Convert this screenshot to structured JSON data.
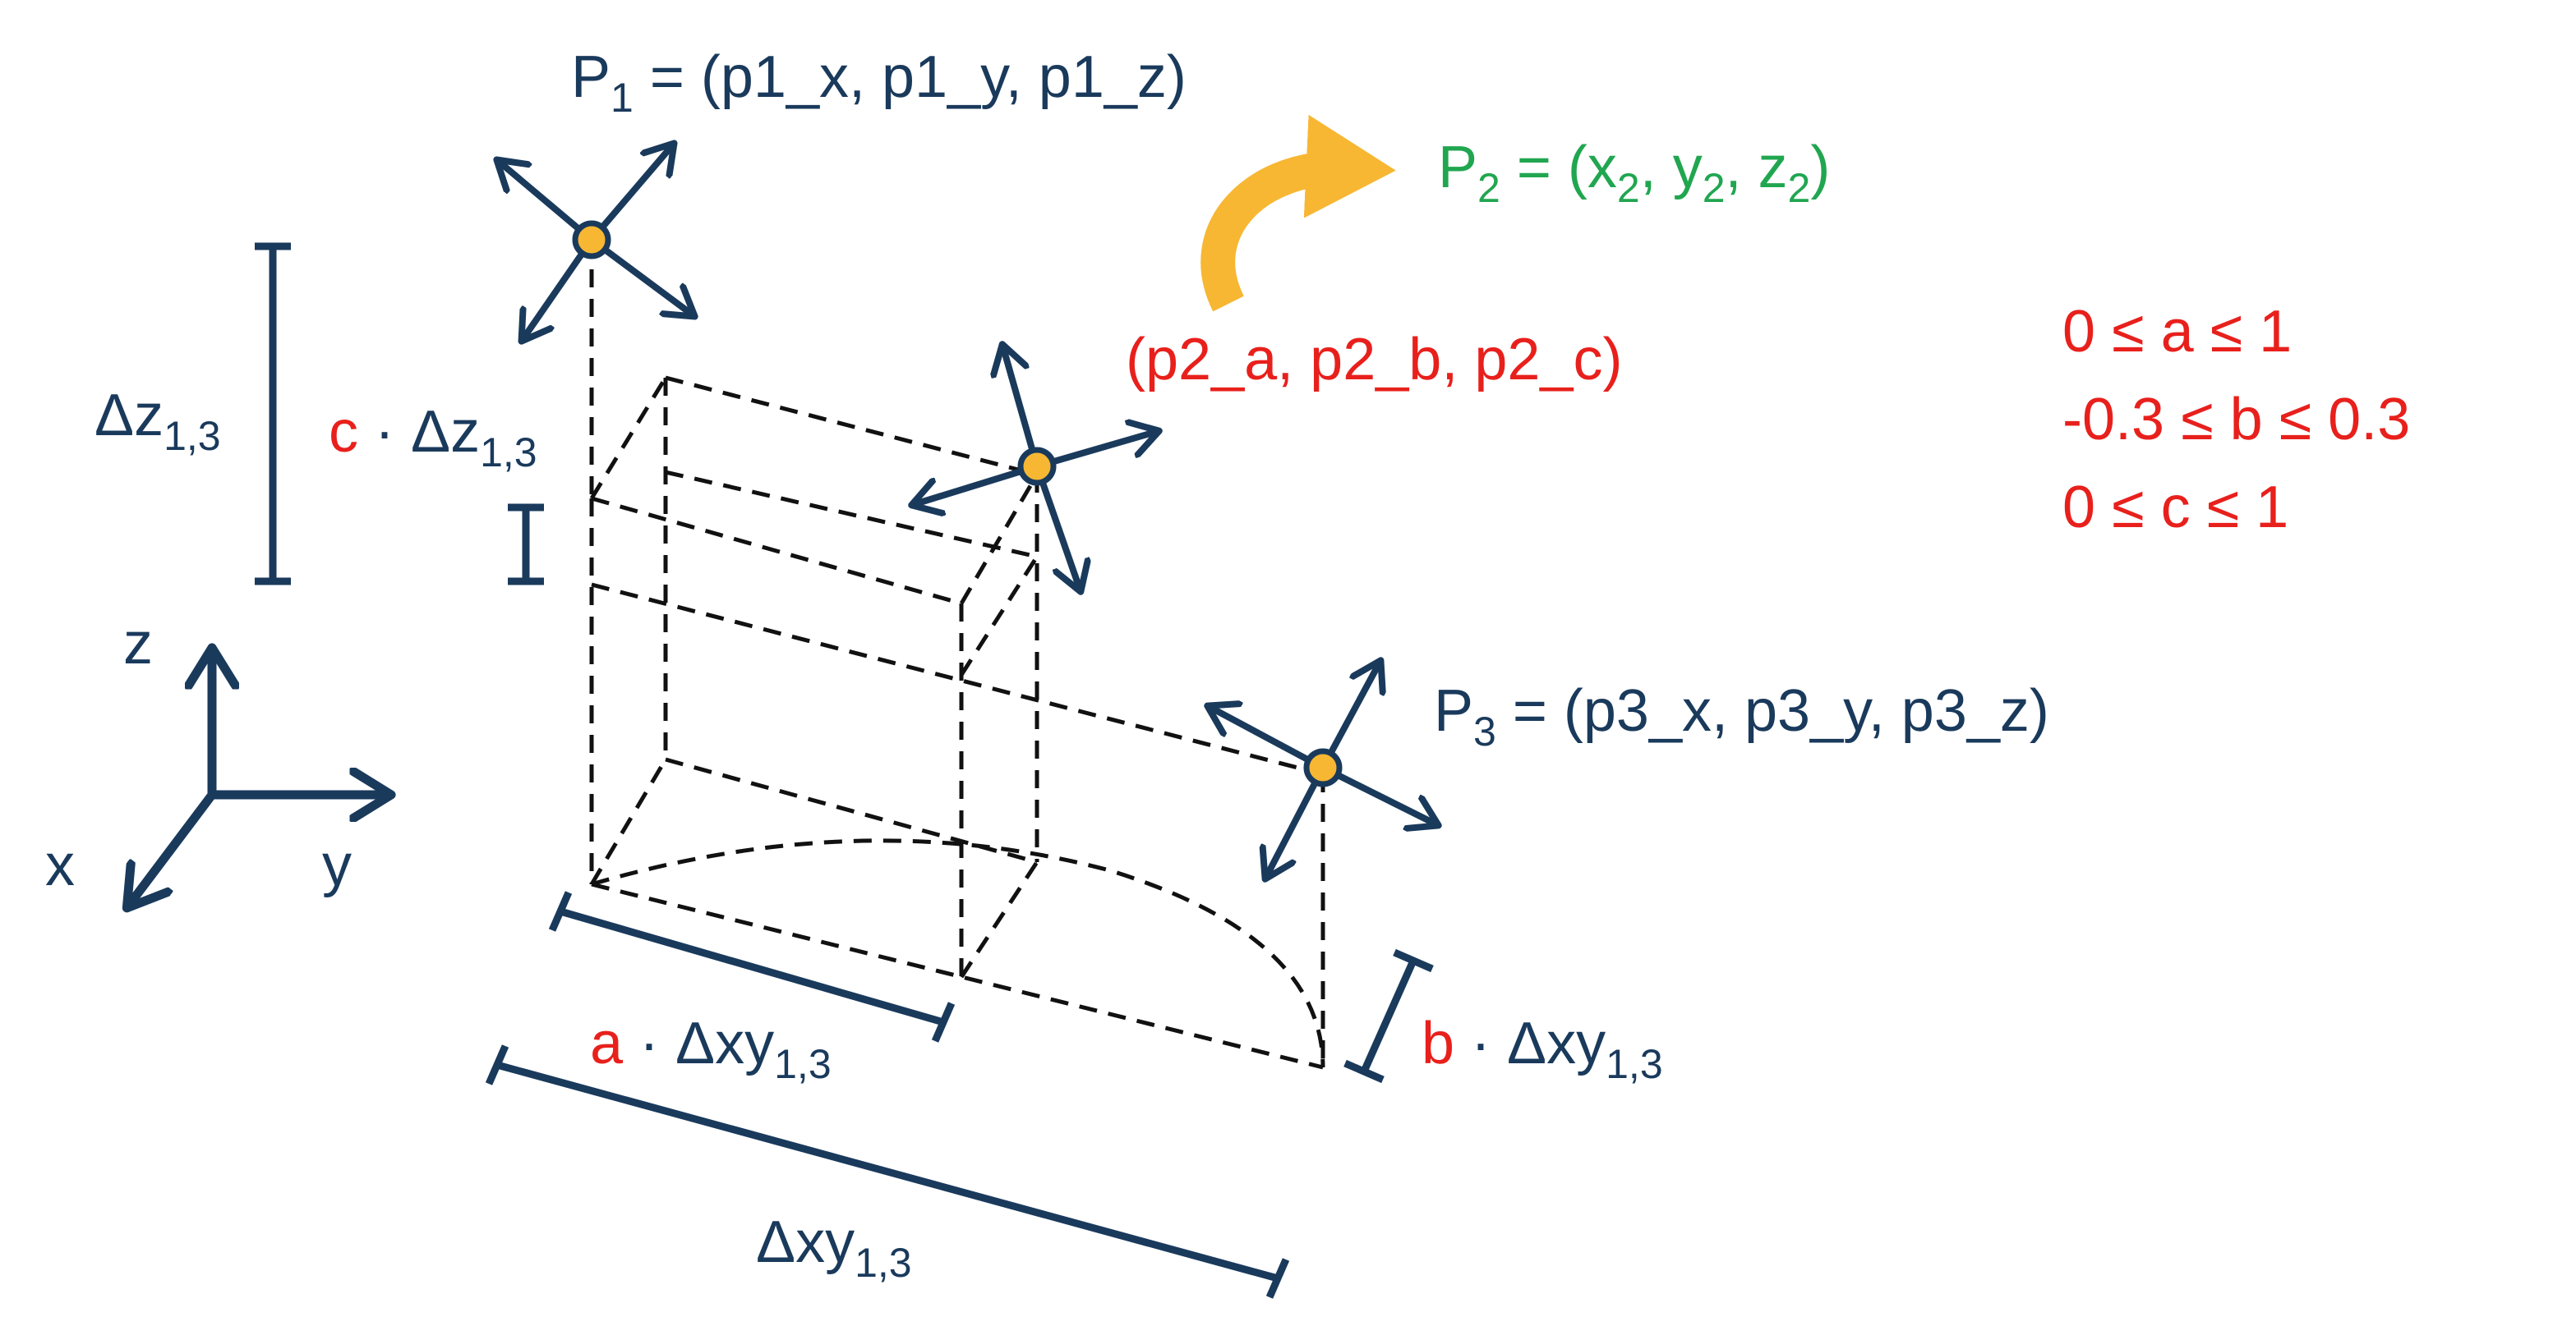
{
  "colors": {
    "navy": "#1a3a5c",
    "red": "#e8201c",
    "green": "#21a650",
    "orange": "#f7b733"
  },
  "labels": {
    "p1": {
      "main": "P",
      "sub": "1",
      "rest": " = (p1_x, p1_y, p1_z)"
    },
    "p2": {
      "main": "P",
      "sub": "2",
      "rest": " = (x",
      "xsub": "2",
      "sep1": ", y",
      "ysub": "2",
      "sep2": ", z",
      "zsub": "2",
      "end": ")"
    },
    "p2_params": "(p2_a, p2_b, p2_c)",
    "p3": {
      "main": "P",
      "sub": "3",
      "rest": " = (p3_x, p3_y, p3_z)"
    },
    "dz": {
      "main": "Δz",
      "sub": "1,3"
    },
    "c_dz": {
      "factor": "c",
      "dot": " · ",
      "main": "Δz",
      "sub": "1,3"
    },
    "a_dxy": {
      "factor": "a",
      "dot": " · ",
      "main": "Δxy",
      "sub": "1,3"
    },
    "b_dxy": {
      "factor": "b",
      "dot": " · ",
      "main": "Δxy",
      "sub": "1,3"
    },
    "dxy": {
      "main": "Δxy",
      "sub": "1,3"
    }
  },
  "constraints": [
    "0 ≤ a ≤ 1",
    "-0.3 ≤ b ≤ 0.3",
    "0 ≤ c ≤ 1"
  ],
  "axes": {
    "z": "z",
    "x": "x",
    "y": "y"
  }
}
